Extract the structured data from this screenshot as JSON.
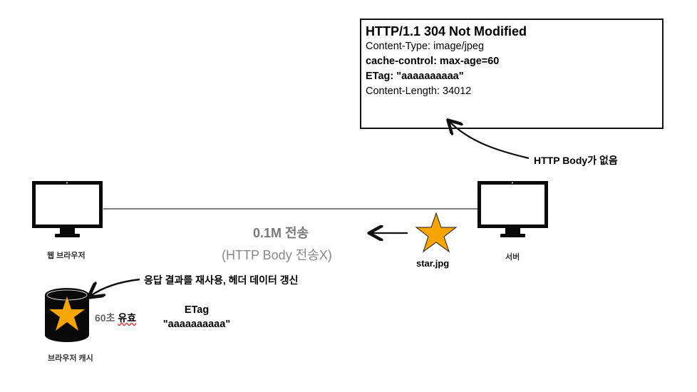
{
  "response": {
    "status_line": "HTTP/1.1 304 Not Modified",
    "headers": [
      {
        "text": "Content-Type: image/jpeg",
        "bold": false
      },
      {
        "text": "cache-control: max-age=60",
        "bold": true
      },
      {
        "text": "ETag: \"aaaaaaaaaa\"",
        "bold": true
      },
      {
        "text": "Content-Length: 34012",
        "bold": false
      }
    ]
  },
  "notes": {
    "no_body": "HTTP Body가 없음",
    "reuse": "응답 결과를 재사용, 헤더 데이터 갱신"
  },
  "client": {
    "label": "웹 브라우저"
  },
  "server": {
    "label": "서버"
  },
  "transfer": {
    "size": "0.1M 전송",
    "detail": "(HTTP Body 전송X)",
    "file": "star.jpg"
  },
  "cache": {
    "label": "브라우저 캐시",
    "ttl_seconds": "60초",
    "ttl_valid": "유효",
    "etag_label": "ETag",
    "etag_value": "\"aaaaaaaaaa\""
  },
  "colors": {
    "star": "#F7A500",
    "star_stroke": "#1a1a1a",
    "cylinder": "#0a0a0a",
    "monitor": "#0a0a0a"
  },
  "icons": {
    "client_monitor": "monitor-icon",
    "server_monitor": "monitor-icon",
    "cache_db": "database-icon",
    "star": "star-icon"
  }
}
